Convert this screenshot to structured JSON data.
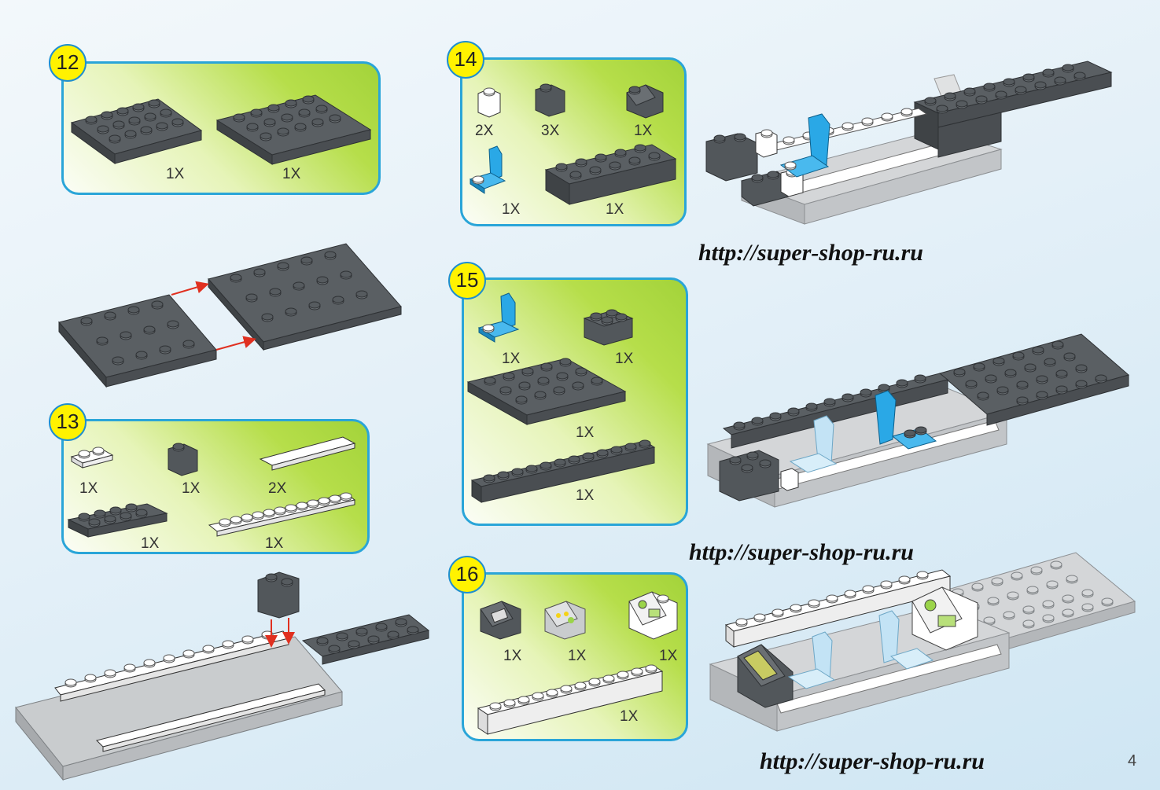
{
  "steps": [
    {
      "number": "12",
      "quantities": [
        "1X",
        "1X"
      ]
    },
    {
      "number": "13",
      "quantities": [
        "1X",
        "1X",
        "2X",
        "1X",
        "1X"
      ]
    },
    {
      "number": "14",
      "quantities": [
        "2X",
        "3X",
        "1X",
        "1X",
        "1X"
      ]
    },
    {
      "number": "15",
      "quantities": [
        "1X",
        "1X",
        "1X",
        "1X"
      ]
    },
    {
      "number": "16",
      "quantities": [
        "1X",
        "1X",
        "1X",
        "1X"
      ]
    }
  ],
  "watermarks": [
    "http://super-shop-ru.ru",
    "http://super-shop-ru.ru",
    "http://super-shop-ru.ru"
  ],
  "page_number": "4",
  "colors": {
    "panel_border": "#2aa5d8",
    "badge_fill": "#fff200",
    "brick_dark": "#555a5e",
    "brick_light": "#c9ccce",
    "seat_blue": "#2aa8e6",
    "arrow_red": "#e03020"
  }
}
